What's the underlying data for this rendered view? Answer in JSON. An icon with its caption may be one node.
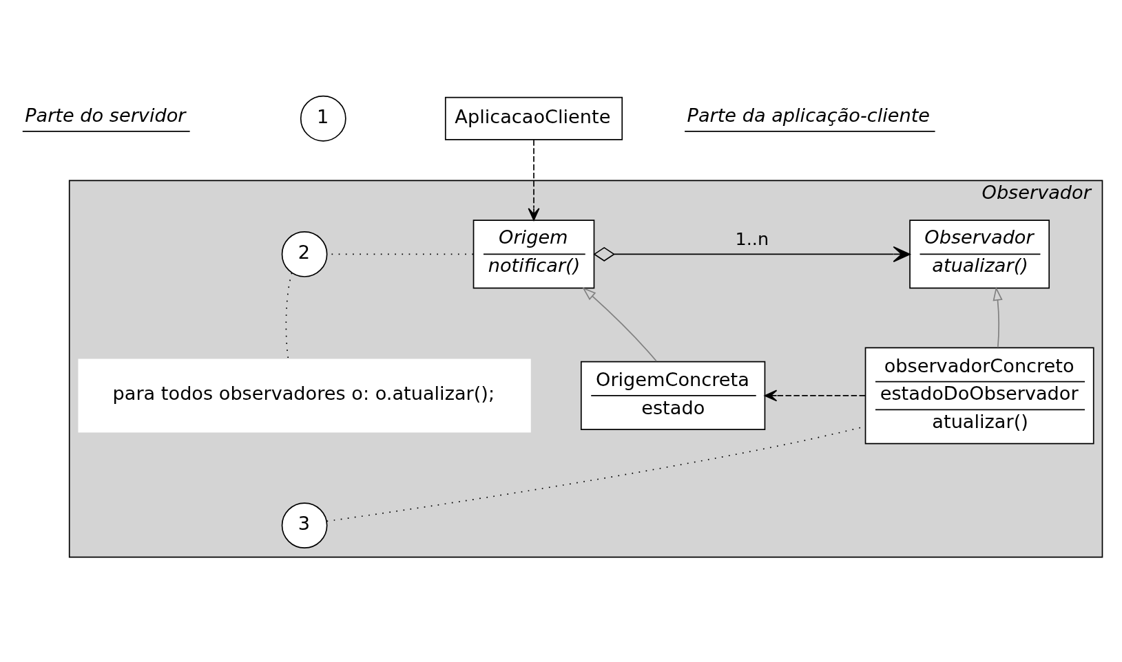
{
  "diagram": {
    "nodes": [
      {
        "text": [
          "Observador"
        ]
      },
      {
        "text": [
          "AplicacaoCliente"
        ]
      },
      {
        "text": [
          "Origem",
          "notificar()"
        ],
        "in": 0
      },
      {
        "text": [
          "Observador",
          "atualizar()"
        ],
        "in": 0
      },
      {
        "text": [
          "para todos observadores o: o.atualizar();"
        ],
        "in": 0
      },
      {
        "text": [
          "OrigemConcreta",
          "estado"
        ],
        "in": 0
      },
      {
        "text": [
          "observadorConcreto",
          "estadoDoObservador",
          "atualizar()"
        ],
        "in": 0
      },
      {
        "text": [
          "1"
        ]
      },
      {
        "text": [
          "2"
        ],
        "in": 0
      },
      {
        "text": [
          "3"
        ],
        "in": 0
      }
    ],
    "edges": [
      {
        "from": 1,
        "to": 2,
        "arrow": "to",
        "style": "dashed"
      },
      {
        "from": 2,
        "to": 3,
        "arrow": "to",
        "label": "1..n"
      },
      {
        "from": 2,
        "to": 8,
        "arrow": "none",
        "style": "dashed"
      },
      {
        "from": 8,
        "to": 4,
        "arrow": "none",
        "style": "dashed"
      },
      {
        "from": 5,
        "to": 2,
        "arrow": "to",
        "color": "#808080"
      },
      {
        "from": 6,
        "to": 3,
        "arrow": "to",
        "color": "#808080"
      },
      {
        "from": 6,
        "to": 5,
        "arrow": "to",
        "style": "dashed"
      },
      {
        "from": 9,
        "to": 6,
        "arrow": "none",
        "style": "dashed"
      }
    ],
    "labels": [
      "Parte do servidor",
      "Parte da aplicação-cliente"
    ]
  }
}
